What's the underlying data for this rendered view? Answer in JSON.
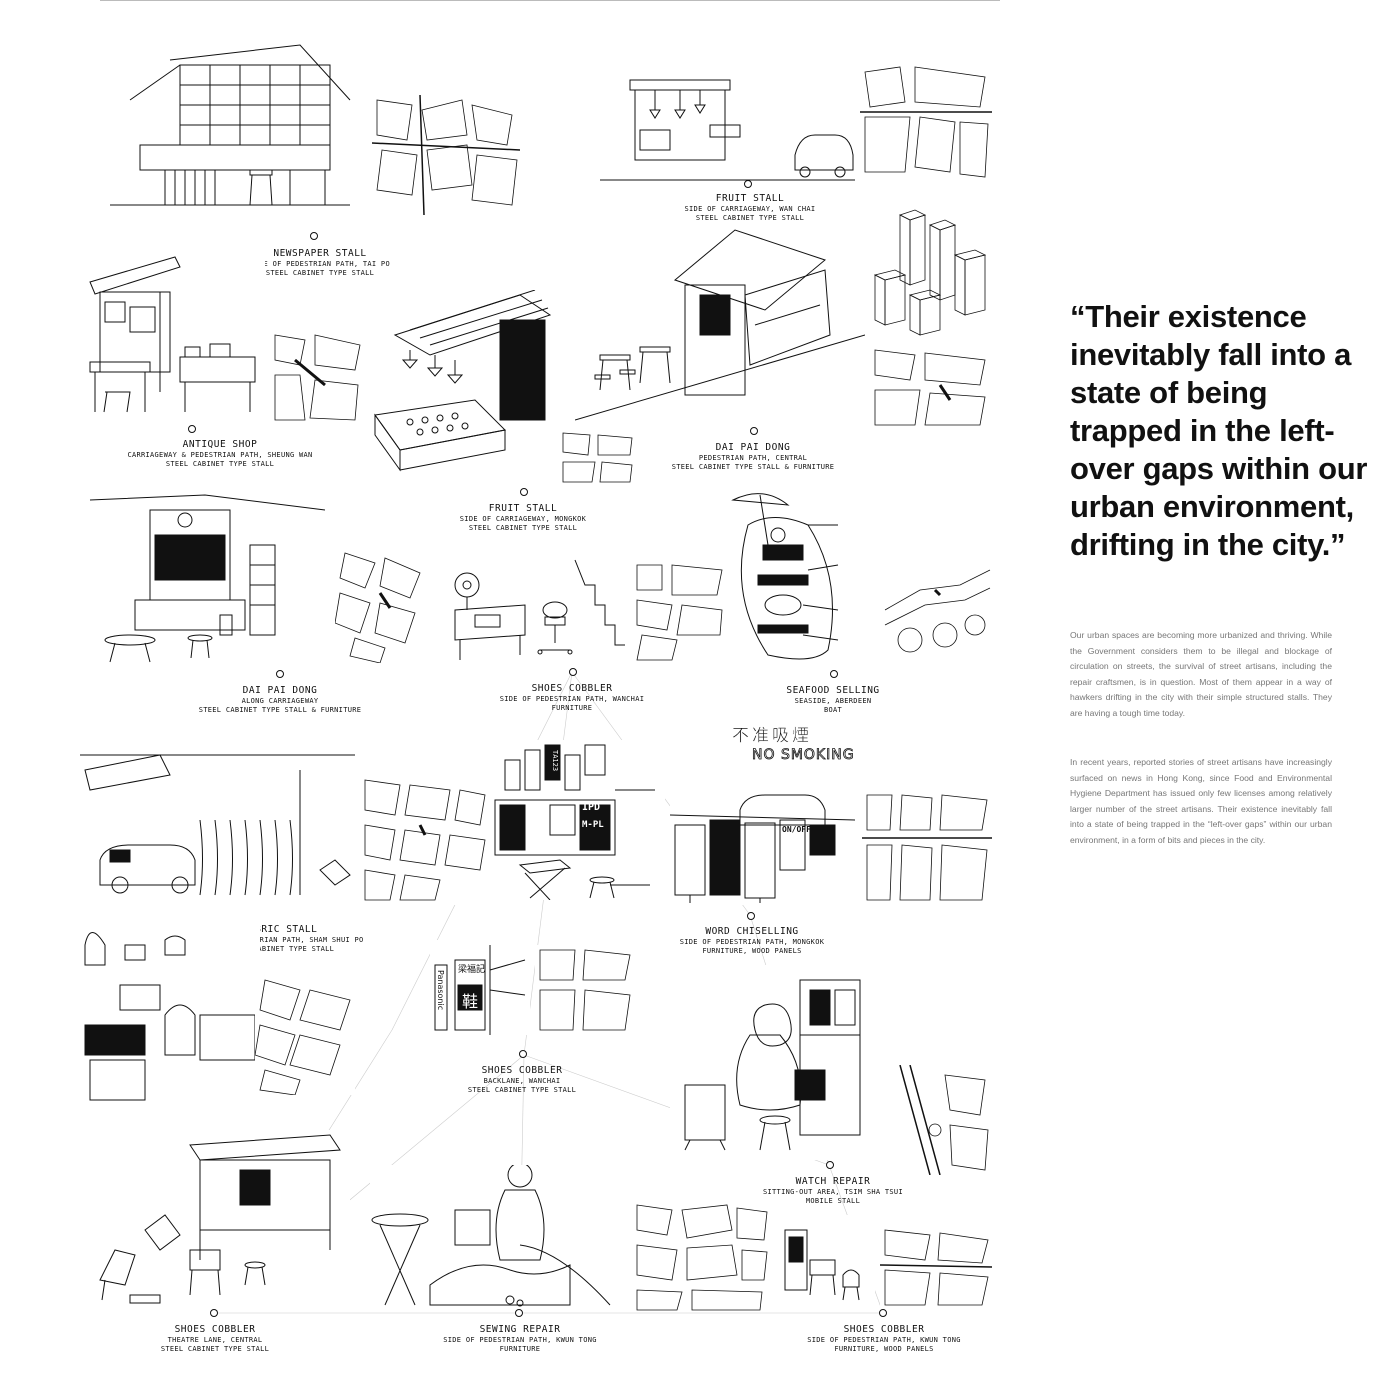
{
  "stalls": [
    {
      "title": "NEWSPAPER STALL",
      "lines": [
        "SIDE OF PEDESTRIAN PATH, TAI PO",
        "STEEL CABINET TYPE STALL"
      ]
    },
    {
      "title": "FRUIT STALL",
      "lines": [
        "SIDE OF CARRIAGEWAY, WAN CHAI",
        "STEEL CABINET TYPE STALL"
      ]
    },
    {
      "title": "ANTIQUE SHOP",
      "lines": [
        "CARRIAGEWAY & PEDESTRIAN PATH, SHEUNG WAN",
        "STEEL CABINET TYPE STALL"
      ]
    },
    {
      "title": "DAI PAI DONG",
      "lines": [
        "PEDESTRIAN PATH, CENTRAL",
        "STEEL CABINET TYPE STALL & FURNITURE"
      ]
    },
    {
      "title": "FRUIT STALL",
      "lines": [
        "SIDE OF CARRIAGEWAY, MONGKOK",
        "STEEL CABINET TYPE STALL"
      ]
    },
    {
      "title": "DAI PAI DONG",
      "lines": [
        "ALONG CARRIAGEWAY",
        "STEEL CABINET TYPE STALL & FURNITURE"
      ]
    },
    {
      "title": "SHOES COBBLER",
      "lines": [
        "SIDE OF PEDESTRIAN PATH, WANCHAI",
        "FURNITURE"
      ]
    },
    {
      "title": "SEAFOOD SELLING",
      "lines": [
        "SEASIDE, ABERDEEN",
        "BOAT"
      ]
    },
    {
      "title": "FABRIC STALL",
      "lines": [
        "SIDE OF PEDESTRIAN PATH, SHAM SHUI PO",
        "STEEL CABINET TYPE STALL"
      ]
    },
    {
      "title": "WORD CHISELLING",
      "lines": [
        "SIDE OF PEDESTRIAN PATH, MONGKOK",
        "FURNITURE, WOOD PANELS"
      ]
    },
    {
      "title": "SHOES COBBLER",
      "lines": [
        "BACKLANE, WANCHAI",
        "STEEL CABINET TYPE STALL"
      ]
    },
    {
      "title": "WATCH REPAIR",
      "lines": [
        "SITTING-OUT AREA, TSIM SHA TSUI",
        "MOBILE STALL"
      ]
    },
    {
      "title": "SHOES COBBLER",
      "lines": [
        "THEATRE LANE, CENTRAL",
        "STEEL CABINET TYPE STALL"
      ]
    },
    {
      "title": "SEWING REPAIR",
      "lines": [
        "SIDE OF PEDESTRIAN PATH, KWUN TONG",
        "FURNITURE"
      ]
    },
    {
      "title": "SHOES COBBLER",
      "lines": [
        "SIDE OF PEDESTRIAN PATH, KWUN TONG",
        "FURNITURE, WOOD PANELS"
      ]
    }
  ],
  "signs": {
    "no_smoking_cn": "不准吸煙",
    "no_smoking_en": "NO SMOKING",
    "panasonic": "Panasonic",
    "cobbler_cn": "梁福記",
    "shoe_cn": "鞋",
    "onoff": "ON/OFF",
    "ta123": "TA123",
    "ipd": "IPD",
    "mpl": "M-PL"
  },
  "quote": "“Their existence inevitably fall into a state of being trapped in the left-over gaps within our urban environment, drifting in the city.”",
  "paragraphs": [
    "Our urban spaces are becoming more urbanized and thriving. While the Government considers them to be illegal and blockage of circulation on streets, the survival of street artisans, including the repair craftsmen, is in question. Most of them appear in a way of hawkers drifting in the city with their simple structured stalls. They are having a tough time today.",
    "In recent years, reported stories of street artisans have increasingly surfaced on news in Hong Kong, since Food and Environmental Hygiene Department has issued only few licenses among relatively larger number of the street artisans. Their existence inevitably fall into a state of being trapped in the “left-over gaps” within our urban environment, in a form of bits and pieces in the city."
  ]
}
